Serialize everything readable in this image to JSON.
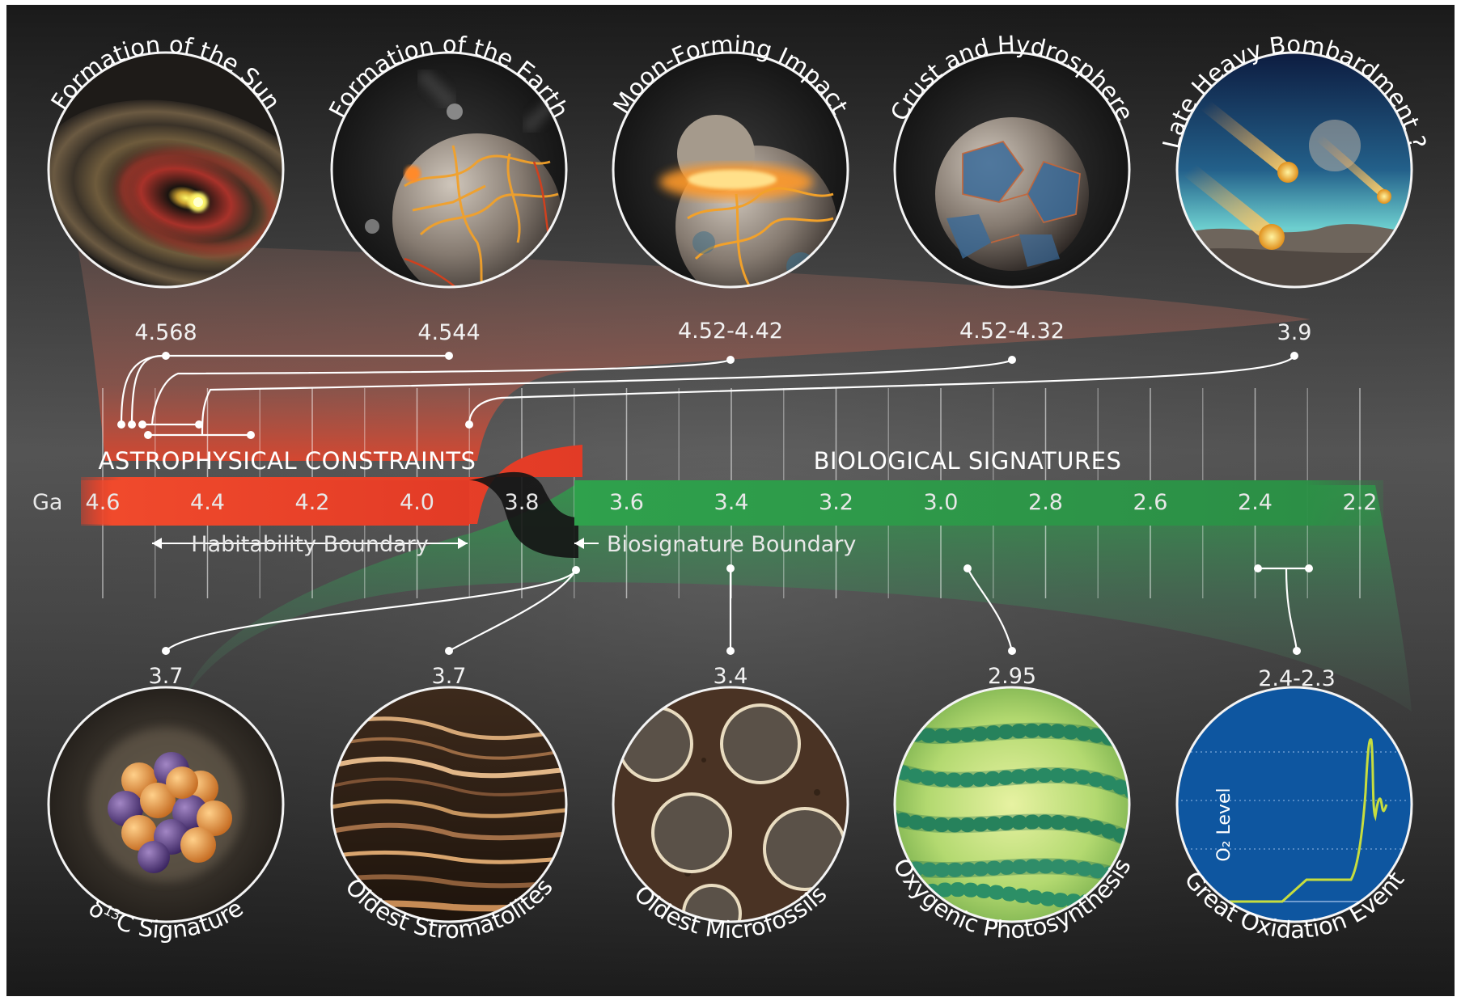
{
  "axis": {
    "unit": "Ga",
    "ticks": [
      "4.6",
      "4.4",
      "4.2",
      "4.0",
      "3.8",
      "3.6",
      "3.4",
      "3.2",
      "3.0",
      "2.8",
      "2.6",
      "2.4",
      "2.2"
    ]
  },
  "sections": {
    "astro_title": "ASTROPHYSICAL CONSTRAINTS",
    "bio_title": "BIOLOGICAL SIGNATURES",
    "habitability": "Habitability Boundary",
    "biosignature": "Biosignature Boundary"
  },
  "top_events": [
    {
      "title": "Formation of the Sun",
      "date": "4.568",
      "icon": "protoplanetary-disk-icon"
    },
    {
      "title": "Formation of the Earth",
      "date": "4.544",
      "icon": "molten-earth-icon"
    },
    {
      "title": "Moon-Forming Impact",
      "date": "4.52-4.42",
      "icon": "moon-impact-icon"
    },
    {
      "title": "Crust and Hydrosphere",
      "date": "4.52-4.32",
      "icon": "crust-ocean-earth-icon"
    },
    {
      "title": "Late Heavy Bombardment ?",
      "date": "3.9",
      "icon": "meteor-shower-icon"
    }
  ],
  "bottom_events": [
    {
      "title": "δ¹³C Signature",
      "title_prefix": "δ",
      "title_sup": "13",
      "title_rest": "C Signature",
      "date": "3.7",
      "icon": "carbon-nucleus-icon"
    },
    {
      "title": "Oldest Stromatolites",
      "date": "3.7",
      "icon": "stromatolite-layers-icon"
    },
    {
      "title": "Oldest Microfossils",
      "date": "3.4",
      "icon": "microfossil-cells-icon"
    },
    {
      "title": "Oxygenic Photosynthesis",
      "date": "2.95",
      "icon": "cyanobacteria-filaments-icon"
    },
    {
      "title": "Great Oxidation Event",
      "date": "2.4-2.3",
      "icon": "oxygen-curve-icon",
      "inset_label": "O₂ Level"
    }
  ],
  "colors": {
    "background": "#2e2e2e",
    "astro": "#e8412a",
    "bio": "#2f9a4a",
    "line": "#ffffff"
  }
}
